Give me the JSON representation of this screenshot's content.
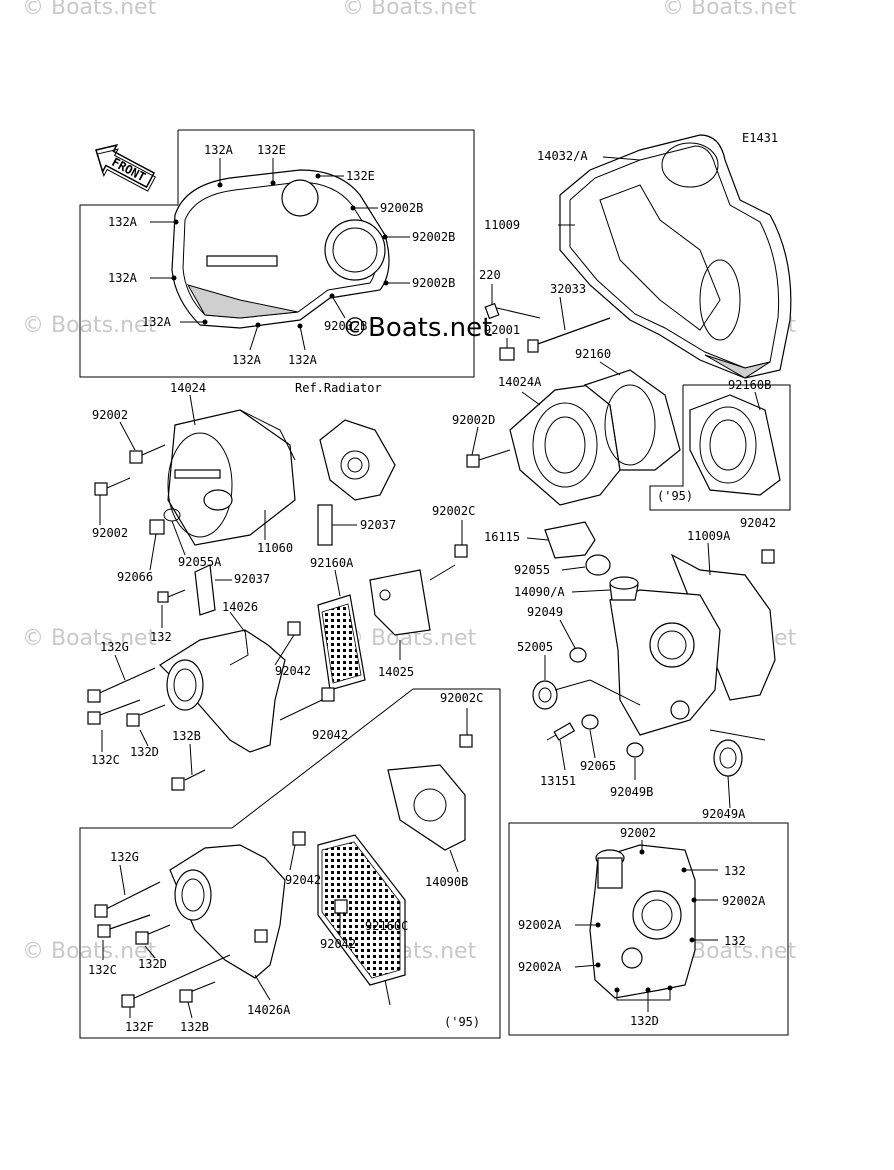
{
  "diagram_code": "E1431",
  "watermark": "© Boats.net",
  "watermark_center": "©Boats.net",
  "front_label": "FRONT",
  "ref_label": "Ref.Radiator",
  "year_notes": [
    "('95)",
    "('95)"
  ],
  "labels": {
    "l132A_1": "132A",
    "l132E_1": "132E",
    "l132E_2": "132E",
    "l92002B_1": "92002B",
    "l132A_2": "132A",
    "l92002B_2": "92002B",
    "l132A_3": "132A",
    "l92002B_3": "92002B",
    "l132A_4": "132A",
    "l92002B_4": "92002B",
    "l132A_5": "132A",
    "l132A_6": "132A",
    "l14032A": "14032/A",
    "l11009": "11009",
    "l220": "220",
    "l32033": "32033",
    "l92001": "92001",
    "l92160": "92160",
    "l14024": "14024",
    "l92002_1": "92002",
    "l92002_2": "92002",
    "l92066": "92066",
    "l92055A": "92055A",
    "l11060": "11060",
    "l92037_1": "92037",
    "l92037_2": "92037",
    "l92160A": "92160A",
    "l14026": "14026",
    "l132": "132",
    "l132G": "132G",
    "l92042_1": "92042",
    "l92042_2": "92042",
    "l132C": "132C",
    "l132D": "132D",
    "l132B": "132B",
    "l14025": "14025",
    "l14024A": "14024A",
    "l92002D": "92002D",
    "l92160B": "92160B",
    "l92002C_1": "92002C",
    "l16115": "16115",
    "l92055": "92055",
    "l14090A": "14090/A",
    "l92049": "92049",
    "l52005": "52005",
    "l13151": "13151",
    "l92065": "92065",
    "l92049B": "92049B",
    "l92049A": "92049A",
    "l11009A": "11009A",
    "l92042_3": "92042",
    "l92002C_2": "92002C",
    "l14090B": "14090B",
    "l92160C": "92160C",
    "l92042_4": "92042",
    "l92042_5": "92042",
    "l132G_2": "132G",
    "l132C_2": "132C",
    "l132D_2": "132D",
    "l132F": "132F",
    "l132B_2": "132B",
    "l14026A": "14026A",
    "l92002_3": "92002",
    "l132_2": "132",
    "l92002A_1": "92002A",
    "l92002A_2": "92002A",
    "l132_3": "132",
    "l92002A_3": "92002A",
    "l132D_3": "132D"
  }
}
